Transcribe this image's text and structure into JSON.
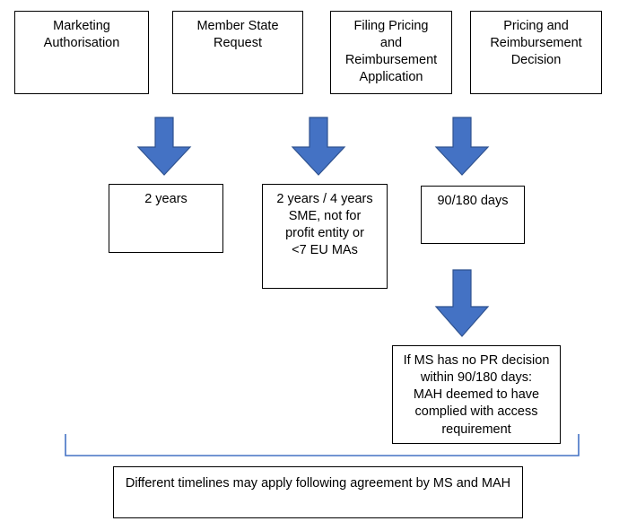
{
  "diagram": {
    "title_text": "",
    "colors": {
      "arrow_fill": "#4472C4",
      "arrow_stroke": "#2F528F",
      "bracket_line": "#4472C4",
      "box_border": "#000000",
      "box_fill": "#FFFFFF",
      "text": "#000000"
    },
    "top_row": [
      {
        "label": "Marketing\nAuthorisation"
      },
      {
        "label": "Member State\nRequest"
      },
      {
        "label": "Filing Pricing\nand\nReimbursement\nApplication"
      },
      {
        "label": "Pricing and\nReimbursement\nDecision"
      }
    ],
    "second_row": [
      {
        "label": "2 years"
      },
      {
        "label": "2 years / 4 years\nSME, not for\nprofit entity or\n<7 EU MAs"
      },
      {
        "label": "90/180 days"
      }
    ],
    "outcome_box": {
      "label": "If MS has no PR decision\nwithin 90/180 days:\nMAH deemed to have\ncomplied with access\nrequirement"
    },
    "footer_box": {
      "label": "Different timelines may apply following agreement by MS and MAH"
    },
    "arrows": [
      {
        "name": "arrow-marketing-authorisation-to-2-years"
      },
      {
        "name": "arrow-filing-application-to-2-4-years"
      },
      {
        "name": "arrow-pricing-decision-to-90-180-days"
      },
      {
        "name": "arrow-90-180-days-to-outcome"
      }
    ],
    "bracket": {
      "name": "footer-bracket"
    }
  }
}
